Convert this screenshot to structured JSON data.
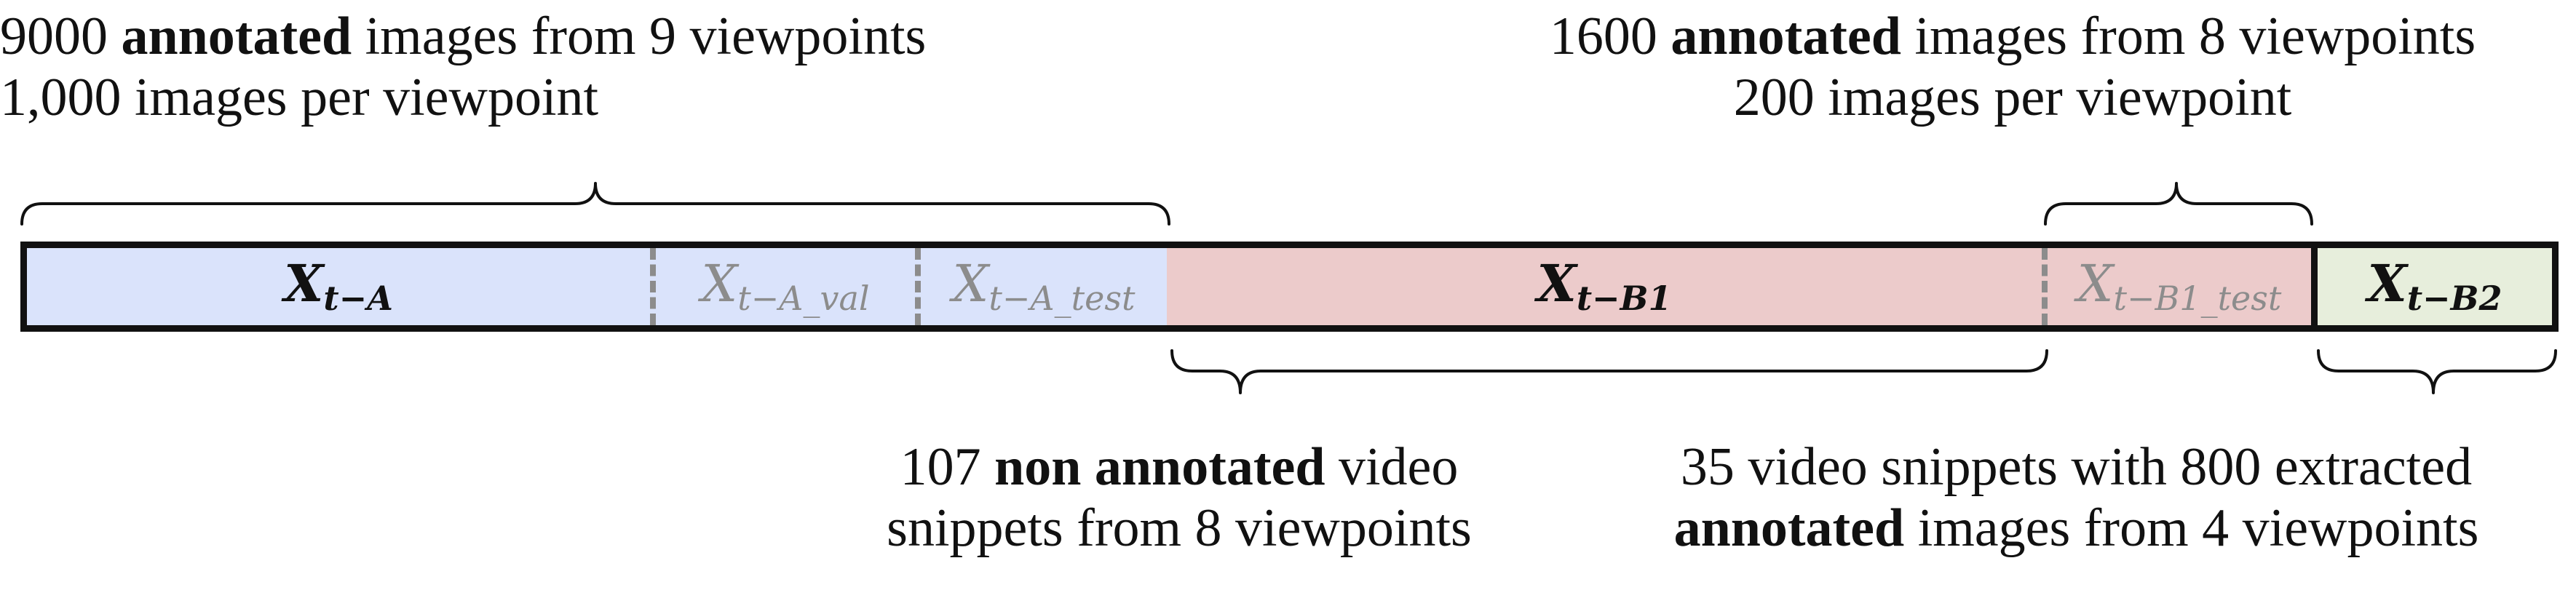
{
  "colors": {
    "segment_a": "#dae3fb",
    "segment_b1": "#eccbcb",
    "segment_b2": "#e7eedc",
    "outline": "#111111",
    "dashed_divider": "#8c8c8c",
    "muted_text": "#8c8c8c"
  },
  "top_left": {
    "line1_count": "9000",
    "line1_bold": "annotated",
    "line1_rest": "images from 9 viewpoints",
    "line2": "1,000 images per viewpoint"
  },
  "top_right": {
    "line1_count": "1600",
    "line1_bold": "annotated",
    "line1_rest": "images from 8 viewpoints",
    "line2": "200 images per viewpoint"
  },
  "bottom_left": {
    "line1_count": "107",
    "line1_bold": "non annotated",
    "line1_rest": "video",
    "line2": "snippets from 8 viewpoints"
  },
  "bottom_right": {
    "line1": "35 video snippets with 800 extracted",
    "line2_bold": "annotated",
    "line2_rest": "images from 4 viewpoints"
  },
  "segments": {
    "xa": {
      "base": "X",
      "sub": "t−A"
    },
    "xa_val": {
      "base": "X",
      "sub": "t−A_val"
    },
    "xa_test": {
      "base": "X",
      "sub": "t−A_test"
    },
    "xb1": {
      "base": "X",
      "sub": "t−B1"
    },
    "xb1_test": {
      "base": "X",
      "sub": "t−B1_test"
    },
    "xb2": {
      "base": "X",
      "sub": "t−B2"
    }
  }
}
